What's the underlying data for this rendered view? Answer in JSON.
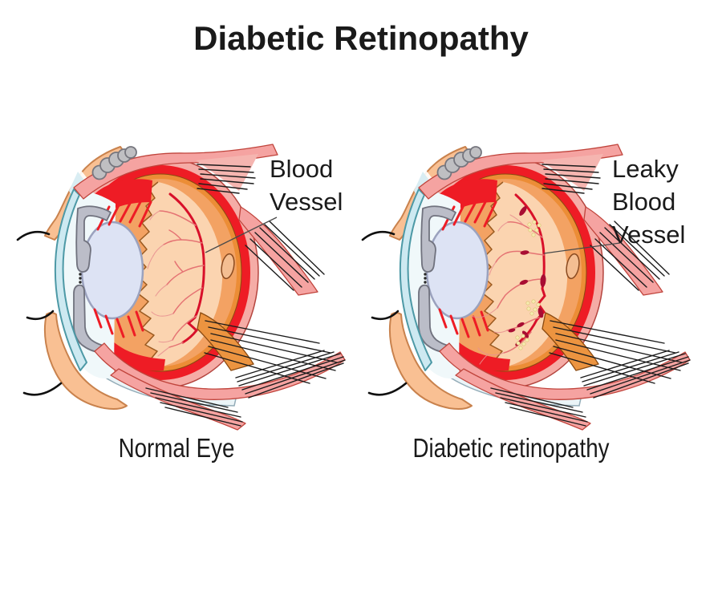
{
  "title": "Diabetic Retinopathy",
  "panels": {
    "left": {
      "caption": "Normal Eye",
      "annotation": "Blood\nVessel"
    },
    "right": {
      "caption": "Diabetic retinopathy",
      "annotation": "Leaky\nBlood\nVessel"
    }
  },
  "colors": {
    "text": "#1a1a1a",
    "background": "#ffffff",
    "sclera_pink": "#F5ACA6",
    "choroid_red": "#EE1C25",
    "ring_orange": "#EC8D36",
    "vitreous_peach": "#FBD4B0",
    "anterior_orange": "#F3A263",
    "lens_blue": "#DDE3F4",
    "cornea_blue": "#CDE9F1",
    "iris_gray": "#BBBDC8",
    "muscle_pink": "#F5A3A1",
    "eyelid_peach": "#F9C093",
    "vessel_red": "#D8102A",
    "aneurysm_red": "#A80D33",
    "exudate_yellow": "#F6EBB0"
  }
}
